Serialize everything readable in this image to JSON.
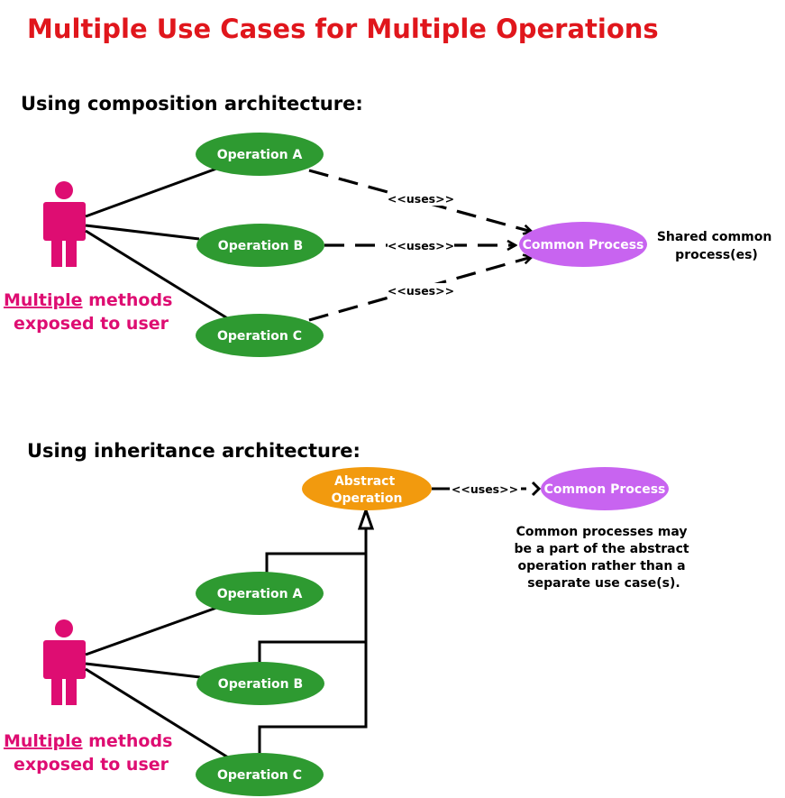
{
  "title": "Multiple Use Cases for Multiple Operations",
  "colors": {
    "title": "#e0161c",
    "operation": "#2e9a31",
    "common_process": "#c864f0",
    "abstract_operation": "#f29a0e",
    "actor": "#de0d72",
    "line": "#000000"
  },
  "composition": {
    "heading": "Using composition architecture:",
    "operations": [
      "Operation A",
      "Operation B",
      "Operation C"
    ],
    "common_process": "Common Process",
    "uses_labels": [
      "<<uses>>",
      "<<uses>>",
      "<<uses>>"
    ],
    "note_lines": [
      "Shared common",
      "process(es)"
    ],
    "actor_label": {
      "underlined": "Multiple",
      "rest": " methods",
      "line2": "exposed to user"
    }
  },
  "inheritance": {
    "heading": "Using inheritance architecture:",
    "abstract_operation_lines": [
      "Abstract",
      "Operation"
    ],
    "common_process": "Common Process",
    "uses_label": "<<uses>>",
    "operations": [
      "Operation A",
      "Operation B",
      "Operation C"
    ],
    "note_lines": [
      "Common processes may",
      "be a part of the abstract",
      "operation rather than a",
      "separate use case(s)."
    ],
    "actor_label": {
      "underlined": "Multiple",
      "rest": " methods",
      "line2": "exposed to user"
    }
  }
}
